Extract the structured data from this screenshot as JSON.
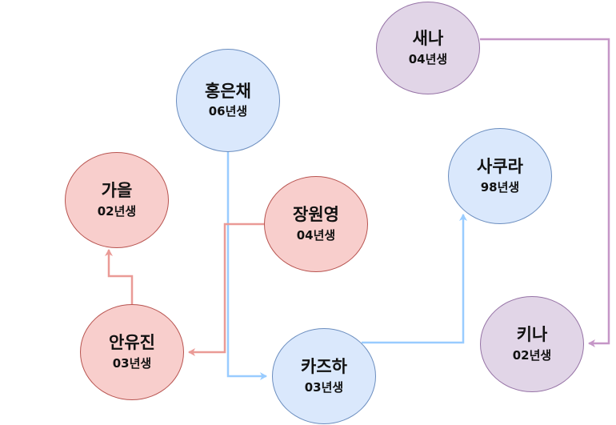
{
  "nodes": {
    "hong": {
      "name": "홍은채",
      "year": "06년생"
    },
    "sena": {
      "name": "새나",
      "year": "04년생"
    },
    "sakura": {
      "name": "사쿠라",
      "year": "98년생"
    },
    "gaeul": {
      "name": "가을",
      "year": "02년생"
    },
    "jang": {
      "name": "장원영",
      "year": "04년생"
    },
    "ahn": {
      "name": "안유진",
      "year": "03년생"
    },
    "kazuha": {
      "name": "카즈하",
      "year": "03년생"
    },
    "kina": {
      "name": "키나",
      "year": "02년생"
    }
  },
  "colors": {
    "blue_fill": "#dae8fc",
    "blue_stroke": "#6c8ebf",
    "blue_edge": "#99ccff",
    "red_fill": "#f8cecc",
    "red_stroke": "#b85450",
    "red_edge": "#ea9a96",
    "purple_fill": "#e1d5e7",
    "purple_stroke": "#9673a6",
    "purple_edge": "#c596c7"
  },
  "edges": [
    {
      "from": "hong",
      "to": "kazuha",
      "color": "blue"
    },
    {
      "from": "kazuha",
      "to": "sakura",
      "color": "blue"
    },
    {
      "from": "jang",
      "to": "ahn",
      "color": "red"
    },
    {
      "from": "ahn",
      "to": "gaeul",
      "color": "red"
    },
    {
      "from": "sena",
      "to": "kina",
      "color": "purple"
    }
  ]
}
